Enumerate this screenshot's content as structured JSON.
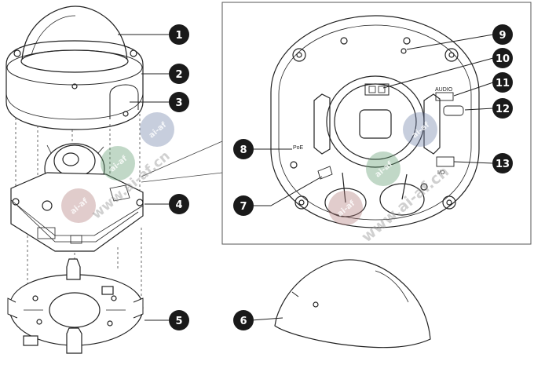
{
  "callouts": [
    "1",
    "2",
    "3",
    "4",
    "5",
    "6",
    "7",
    "8",
    "9",
    "10",
    "11",
    "12",
    "13"
  ],
  "labels": {
    "poe": "PoE",
    "audio": "AUDIO",
    "io": "I/O"
  },
  "watermark": "www.ai-af.cn",
  "watermark_badge": "ai-af",
  "colors": {
    "callout_fill": "#1a1a1a",
    "line": "#222222",
    "badge_green": "#5f9b6e",
    "badge_blue": "#6f7fa8",
    "badge_red": "#b07a78"
  }
}
